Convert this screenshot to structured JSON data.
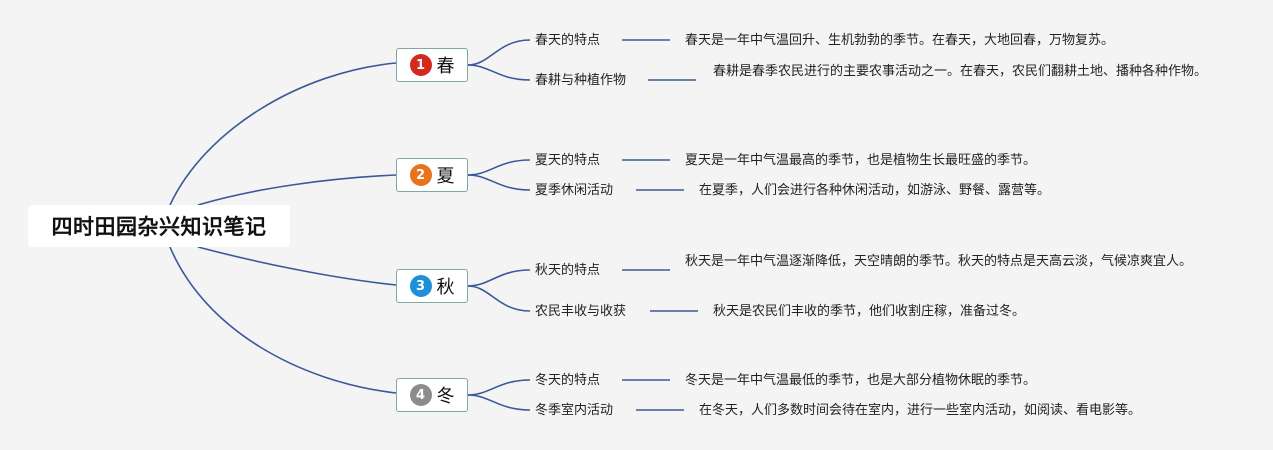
{
  "root": {
    "title": "四时田园杂兴知识笔记"
  },
  "colors": {
    "connector": "#3b5998",
    "season_border": "#7fa8a4",
    "badge_spring": "#d42a1e",
    "badge_summer": "#e8731c",
    "badge_autumn": "#1e90d8",
    "badge_winter": "#8c8c8c"
  },
  "seasons": [
    {
      "number": "1",
      "label": "春",
      "topics": [
        {
          "label": "春天的特点",
          "detail": "春天是一年中气温回升、生机勃勃的季节。在春天，大地回春，万物复苏。"
        },
        {
          "label": "春耕与种植作物",
          "detail": "春耕是春季农民进行的主要农事活动之一。在春天，农民们翻耕土地、播种各种作物。"
        }
      ]
    },
    {
      "number": "2",
      "label": "夏",
      "topics": [
        {
          "label": "夏天的特点",
          "detail": "夏天是一年中气温最高的季节，也是植物生长最旺盛的季节。"
        },
        {
          "label": "夏季休闲活动",
          "detail": "在夏季，人们会进行各种休闲活动，如游泳、野餐、露营等。"
        }
      ]
    },
    {
      "number": "3",
      "label": "秋",
      "topics": [
        {
          "label": "秋天的特点",
          "detail": "秋天是一年中气温逐渐降低，天空晴朗的季节。秋天的特点是天高云淡，气候凉爽宜人。"
        },
        {
          "label": "农民丰收与收获",
          "detail": "秋天是农民们丰收的季节，他们收割庄稼，准备过冬。"
        }
      ]
    },
    {
      "number": "4",
      "label": "冬",
      "topics": [
        {
          "label": "冬天的特点",
          "detail": "冬天是一年中气温最低的季节，也是大部分植物休眠的季节。"
        },
        {
          "label": "冬季室内活动",
          "detail": "在冬天，人们多数时间会待在室内，进行一些室内活动，如阅读、看电影等。"
        }
      ]
    }
  ]
}
